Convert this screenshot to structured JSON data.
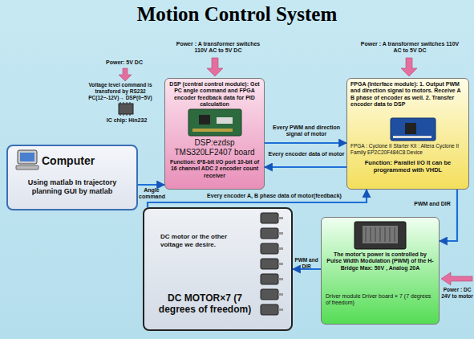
{
  "diagram": {
    "title": "Motion Control System",
    "nodes": [
      {
        "text": [
          "Computer",
          "Using matlab In trajectory planning GUI by matlab"
        ]
      },
      {
        "text": [
          "DSP (central control module): Get PC angle command and FPGA encoder feedback data for PID calculation",
          "DSP:ezdsp TMS320LF2407 board",
          "Function: 6*8-bit I/O port 10-bit of 16 channel ADC 2 encoder count receiver"
        ]
      },
      {
        "text": [
          "FPGA (Interface module): 1. Output PWM and direction signal to motors. Receive A B phase of encoder as well. 2. Transfer encoder data to DSP",
          "FPGA : Cyclone II Starter Kit : Altera Cyclone II Family EP2C20F484C8 Device",
          "Function: Parallel I/O It can be programmed with VHDL"
        ]
      },
      {
        "text": [
          "DC motor or the other voltage we desire.",
          "DC MOTOR×7 (7 degrees of freedom)"
        ]
      },
      {
        "text": [
          "The motor's power is controlled by Pulse Width Modulation (PWM) of the H-Bridge Max: 50V , Analog 20A",
          "Driver module Driver board × 7 (7 degrees of freedom)"
        ]
      }
    ],
    "edges": [
      {
        "from": 0,
        "to": 1,
        "label": "Angle command",
        "arrow": "to"
      },
      {
        "from": 1,
        "to": 2,
        "label": "Every PWM and direction signal of motor",
        "arrow": "to"
      },
      {
        "from": 2,
        "to": 1,
        "label": "Every encoder data of motor",
        "arrow": "to"
      },
      {
        "from": 3,
        "to": 2,
        "label": "Every encoder A, B phase data of motor(feedback)",
        "arrow": "to"
      },
      {
        "from": 2,
        "to": 4,
        "label": "PWM and DIR",
        "arrow": "to"
      },
      {
        "from": 4,
        "to": 3,
        "label": "PWM and DIR",
        "arrow": "to"
      }
    ],
    "labels": [
      "Power : A transformer switches 110V AC to 5V DC",
      "Power : A transformer switches 110V AC to 5V DC",
      "Power: 5V DC",
      "Voltage level command is transfored by RS232 PC(12~-12V)→ DSP(0~5V)",
      "IC chip: Hin232",
      "Power : DC 24V to motor"
    ]
  }
}
